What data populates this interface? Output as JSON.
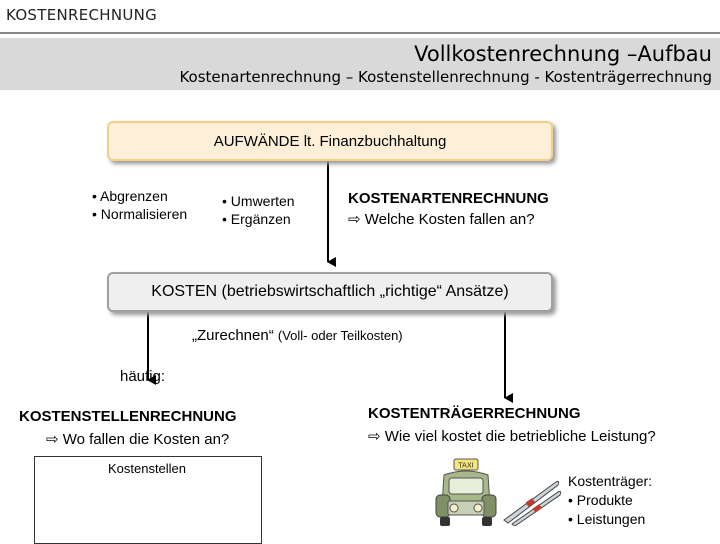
{
  "header": {
    "section": "KOSTENRECHNUNG",
    "title": "Vollkostenrechnung –Aufbau",
    "subtitle": "Kostenartenrechnung – Kostenstellenrechnung - Kostenträgerrechnung"
  },
  "diagram": {
    "aufwaende_box": "AUFWÄNDE lt. Finanzbuchhaltung",
    "bullets_left": [
      "• Abgrenzen",
      "• Normalisieren"
    ],
    "bullets_right": [
      "• Umwerten",
      "• Ergänzen"
    ],
    "kostenarten": {
      "heading": "KOSTENARTENRECHNUNG",
      "question": "Welche Kosten fallen an?"
    },
    "kosten_box": "KOSTEN (betriebswirtschaftlich „richtige“ Ansätze)",
    "zurechnen": {
      "main": "„Zurechnen“",
      "note": "(Voll- oder Teilkosten)"
    },
    "kostenstellen": {
      "prefix": "häufig:",
      "heading": "KOSTENSTELLENRECHNUNG",
      "question": "Wo fallen die Kosten an?",
      "box_label": "Kostenstellen"
    },
    "kostentraeger": {
      "heading": "KOSTENTRÄGERRECHNUNG",
      "question": "Wie viel kostet die betriebliche Leistung?",
      "label": "Kostenträger:",
      "items": [
        "• Produkte",
        "• Leistungen"
      ]
    },
    "arrow_glyph": "⇨",
    "taxi_sign": "TAXI",
    "colors": {
      "aufwaende_fill": "#fdefd8",
      "aufwaende_border": "#f2d08a",
      "kosten_fill": "#efefef",
      "banner": "#d9d9d9"
    }
  }
}
